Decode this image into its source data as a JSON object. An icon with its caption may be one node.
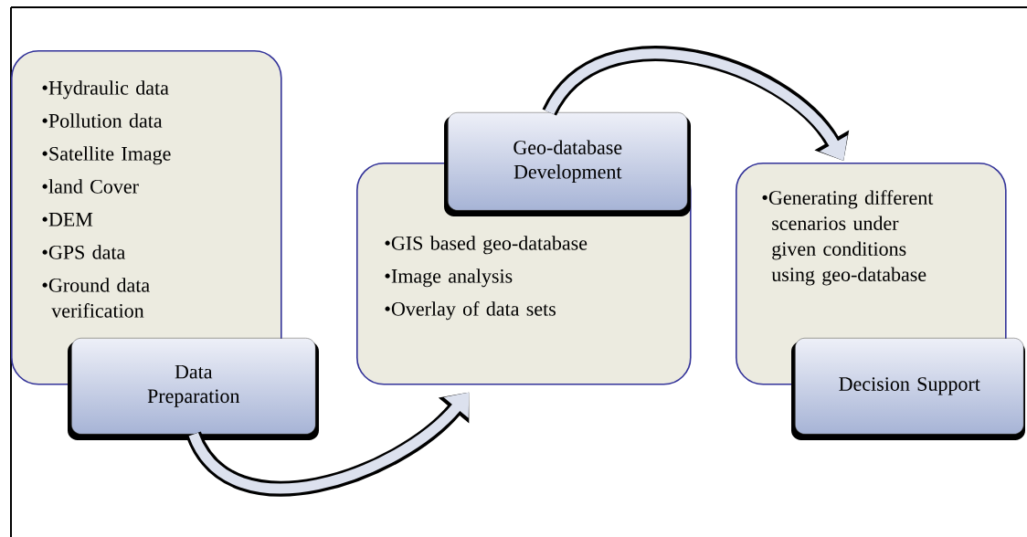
{
  "diagram": {
    "nodes": [
      {
        "text": [
          "•Hydraulic data",
          "•Pollution data",
          "•Satellite Image",
          "•land Cover",
          "•DEM",
          "•GPS data",
          "•Ground data verification"
        ]
      },
      {
        "text": [
          "Data Preparation"
        ]
      },
      {
        "text": [
          "•GIS based geo-database",
          "•Image analysis",
          "•Overlay of data sets"
        ]
      },
      {
        "text": [
          "Geo-database Development"
        ]
      },
      {
        "text": [
          "•Generating different scenarios under given conditions using geo-database"
        ]
      },
      {
        "text": [
          "Decision Support"
        ]
      }
    ],
    "edges": [
      {
        "from": 1,
        "to": 2,
        "arrow": "to"
      },
      {
        "from": 3,
        "to": 4,
        "arrow": "to"
      }
    ]
  }
}
